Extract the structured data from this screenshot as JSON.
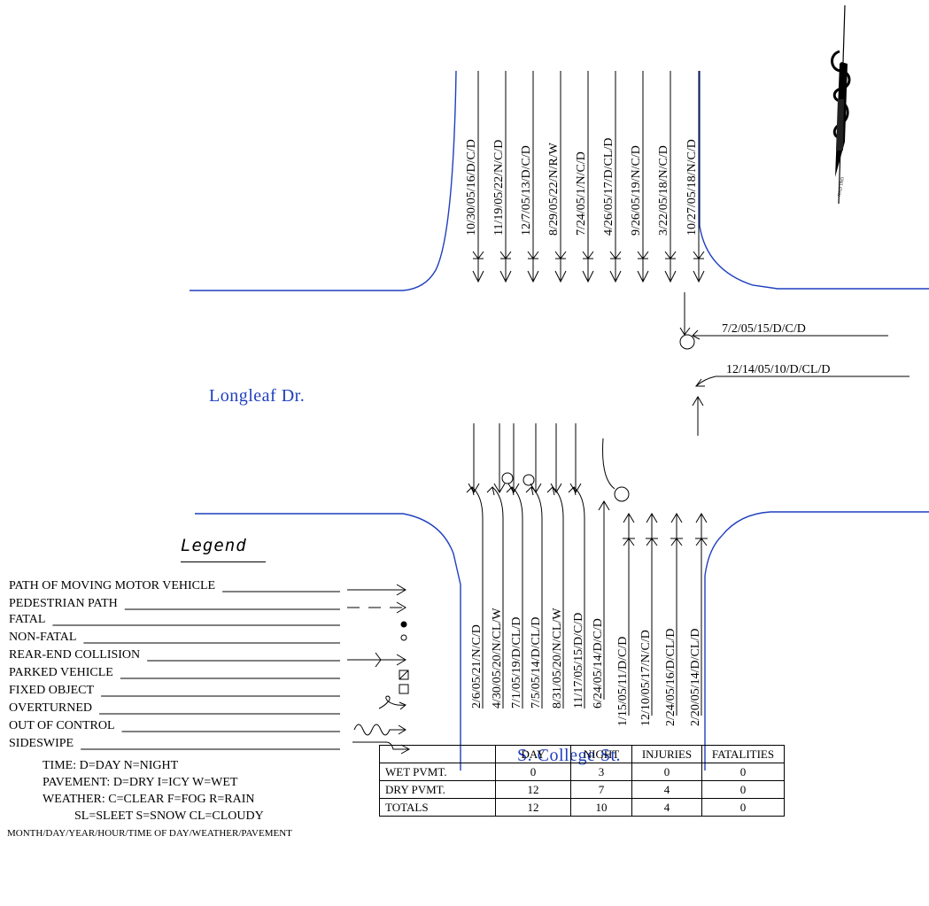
{
  "roads": {
    "west": "Longleaf Dr.",
    "south": "S. College St."
  },
  "north_approach": [
    {
      "code": "10/30/05/16/D/C/D"
    },
    {
      "code": "11/19/05/22/N/C/D"
    },
    {
      "code": "12/7/05/13/D/C/D"
    },
    {
      "code": "8/29/05/22/N/R/W"
    },
    {
      "code": "7/24/05/1/N/C/D"
    },
    {
      "code": "4/26/05/17/D/CL/D"
    },
    {
      "code": "9/26/05/19/N/C/D"
    },
    {
      "code": "3/22/05/18/N/C/D"
    },
    {
      "code": "10/27/05/18/N/C/D"
    }
  ],
  "east_approach": [
    {
      "code": "7/2/05/15/D/C/D"
    },
    {
      "code": "12/14/05/10/D/CL/D"
    }
  ],
  "south_approach": [
    {
      "code": "2/6/05/21/N/C/D"
    },
    {
      "code": "4/30/05/20/N/CL/W"
    },
    {
      "code": "7/1/05/19/D/CL/D"
    },
    {
      "code": "7/5/05/14/D/CL/D"
    },
    {
      "code": "8/31/05/20/N/CL/W"
    },
    {
      "code": "11/17/05/15/D/C/D"
    },
    {
      "code": "6/24/05/14/D/C/D"
    },
    {
      "code": "1/15/05/11/D/C/D"
    },
    {
      "code": "12/10/05/17/N/C/D"
    },
    {
      "code": "2/24/05/16/D/CL/D"
    },
    {
      "code": "2/20/05/14/D/CL/D"
    }
  ],
  "legend": {
    "title": "Legend",
    "items": [
      {
        "label": "PATH OF MOVING MOTOR VEHICLE",
        "symbol": "arrow-path-icon"
      },
      {
        "label": "PEDESTRIAN PATH",
        "symbol": "dashed-arrow-icon"
      },
      {
        "label": "FATAL",
        "symbol": "filled-dot-icon"
      },
      {
        "label": "NON-FATAL",
        "symbol": "open-circle-icon"
      },
      {
        "label": "REAR-END COLLISION",
        "symbol": "rear-end-arrow-icon"
      },
      {
        "label": "PARKED VEHICLE",
        "symbol": "parked-box-icon"
      },
      {
        "label": "FIXED OBJECT",
        "symbol": "open-square-icon"
      },
      {
        "label": "OVERTURNED",
        "symbol": "loop-arrow-icon"
      },
      {
        "label": "OUT OF CONTROL",
        "symbol": "wavy-arrow-icon"
      },
      {
        "label": "SIDESWIPE",
        "symbol": "sideswipe-arrow-icon"
      }
    ]
  },
  "codes": {
    "time": "TIME: D=DAY N=NIGHT",
    "pavement": "PAVEMENT: D=DRY  I=ICY  W=WET",
    "weather1": "WEATHER: C=CLEAR  F=FOG  R=RAIN",
    "weather2": "SL=SLEET  S=SNOW  CL=CLOUDY"
  },
  "footer": "MONTH/DAY/YEAR/HOUR/TIME OF DAY/WEATHER/PAVEMENT",
  "summary": {
    "headers": [
      "",
      "DAY",
      "NIGHT",
      "INJURIES",
      "FATALITIES"
    ],
    "rows": [
      {
        "label": "WET PVMT.",
        "day": "0",
        "night": "3",
        "injuries": "0",
        "fatalities": "0"
      },
      {
        "label": "DRY PVMT.",
        "day": "12",
        "night": "7",
        "injuries": "4",
        "fatalities": "0"
      },
      {
        "label": "TOTALS",
        "day": "12",
        "night": "10",
        "injuries": "4",
        "fatalities": "0"
      }
    ]
  },
  "colors": {
    "curb": "#1f3fbf",
    "ink": "#000000"
  }
}
